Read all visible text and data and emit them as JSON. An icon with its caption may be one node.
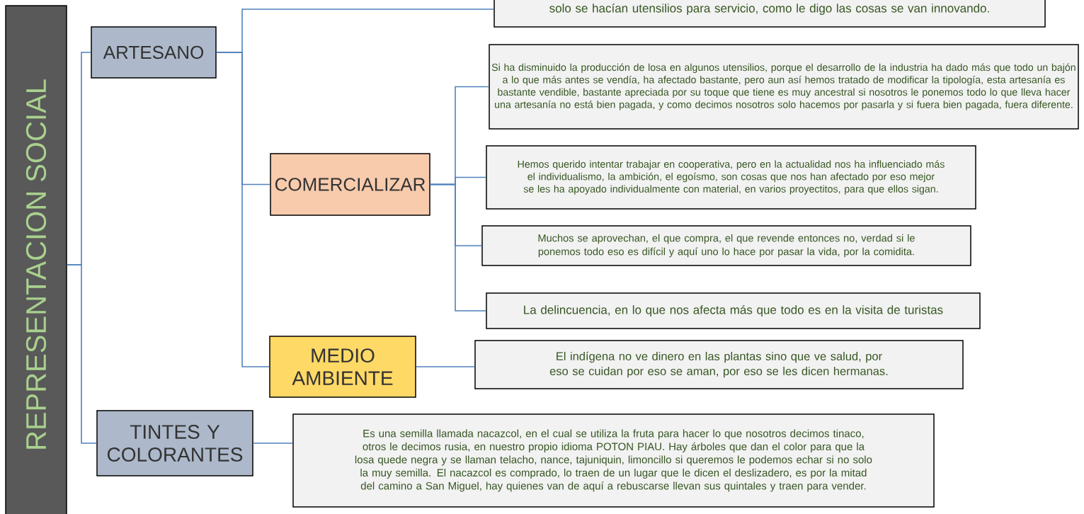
{
  "diagram": {
    "nodes": [
      {
        "text": [
          "REPRESENTACION SOCIAL"
        ]
      },
      {
        "text": [
          "ARTESANO"
        ]
      },
      {
        "text": [
          "solo se hacían utensilios para servicio, como le digo las cosas se van innovando."
        ]
      },
      {
        "text": [
          "Si ha disminuido la producción de losa en algunos utensilios, porque el desarrollo de la industria ha dado más que todo un bajón a lo que más antes se vendía, ha afectado bastante, pero aun así hemos tratado de modificar la tipología, esta artesanía es bastante vendible, bastante apreciada por su toque que tiene es muy ancestral si nosotros le ponemos todo lo que lleva hacer una artesanía no está bien pagada, y como decimos nosotros solo hacemos por pasarla y si fuera bien pagada, fuera diferente."
        ]
      },
      {
        "text": [
          "COMERCIALIZAR"
        ]
      },
      {
        "text": [
          "Hemos querido intentar trabajar en cooperativa, pero en la actualidad nos ha influenciado más el individualismo, la ambición, el egoísmo, son cosas que nos han afectado por eso mejor se les ha apoyado individualmente con material, en varios proyectitos, para que ellos sigan."
        ]
      },
      {
        "text": [
          "Muchos se aprovechan, el que compra, el que revende entonces no, verdad si le ponemos todo eso es difícil y aquí uno lo hace por pasar la vida, por la comidita."
        ]
      },
      {
        "text": [
          "La delincuencia, en lo que nos afecta más que todo es en la visita de turistas"
        ]
      },
      {
        "text": [
          "MEDIO AMBIENTE"
        ]
      },
      {
        "text": [
          "El indígena no ve dinero en las plantas sino que ve salud, por eso se cuidan por eso se aman, por eso se les dicen hermanas."
        ]
      },
      {
        "text": [
          "TINTES Y COLORANTES"
        ]
      },
      {
        "text": [
          "Es una semilla llamada nacazcol, en el cual se utiliza la fruta para hacer lo que nosotros decimos tinaco, otros le decimos rusia, en nuestro propio idioma POTON PIAU. Hay árboles que dan el color para que la losa quede negra y se llaman telacho, nance, tajuniquin, limoncillo si queremos le podemos echar si no solo la muy semilla. El nacazcol es comprado, lo traen de un lugar que le dicen el deslizadero, es por la mitad del camino a San Miguel, hay quienes van de aquí a rebuscarse llevan sus quintales y traen para vender."
        ]
      }
    ],
    "edges": [
      {
        "from": 0,
        "to": 1,
        "arrow": "none"
      },
      {
        "from": 0,
        "to": 10,
        "arrow": "none"
      },
      {
        "from": 1,
        "to": 2,
        "arrow": "none"
      },
      {
        "from": 1,
        "to": 4,
        "arrow": "none"
      },
      {
        "from": 1,
        "to": 8,
        "arrow": "none"
      },
      {
        "from": 4,
        "to": 3,
        "arrow": "none"
      },
      {
        "from": 4,
        "to": 5,
        "arrow": "none"
      },
      {
        "from": 4,
        "to": 6,
        "arrow": "none"
      },
      {
        "from": 4,
        "to": 7,
        "arrow": "none"
      },
      {
        "from": 8,
        "to": 9,
        "arrow": "none"
      },
      {
        "from": 10,
        "to": 11,
        "arrow": "none"
      }
    ]
  }
}
